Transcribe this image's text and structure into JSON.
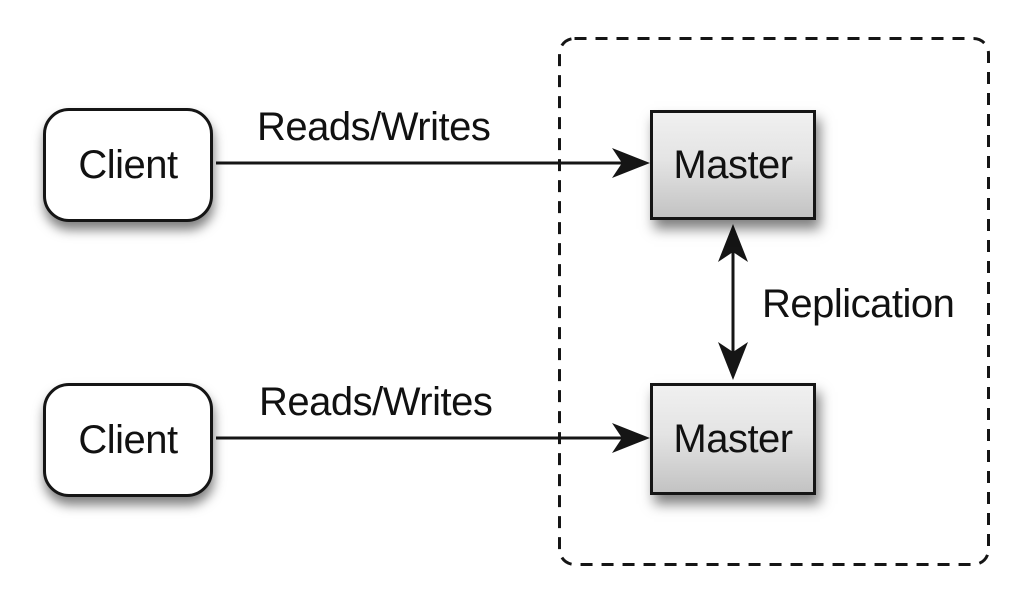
{
  "diagram": {
    "type": "architecture-diagram",
    "subject": "master-master-replication",
    "clients": [
      {
        "id": "client-top",
        "label": "Client"
      },
      {
        "id": "client-bottom",
        "label": "Client"
      }
    ],
    "masters": [
      {
        "id": "master-top",
        "label": "Master"
      },
      {
        "id": "master-bottom",
        "label": "Master"
      }
    ],
    "edges": [
      {
        "id": "edge-top",
        "label": "Reads/Writes",
        "from": "client-top",
        "to": "master-top",
        "bidirectional": false
      },
      {
        "id": "edge-bottom",
        "label": "Reads/Writes",
        "from": "client-bottom",
        "to": "master-bottom",
        "bidirectional": false
      },
      {
        "id": "edge-replication",
        "label": "Replication",
        "from": "master-top",
        "to": "master-bottom",
        "bidirectional": true
      }
    ],
    "group": {
      "id": "replication-boundary",
      "style": "dashed",
      "contains": [
        "master-top",
        "master-bottom"
      ]
    },
    "colors": {
      "background": "#ffffff",
      "stroke": "#151515",
      "client_fill": "#ffffff",
      "master_fill_top": "#f0f0f0",
      "master_fill_bottom": "#c3c3c3",
      "text": "#111111"
    }
  }
}
